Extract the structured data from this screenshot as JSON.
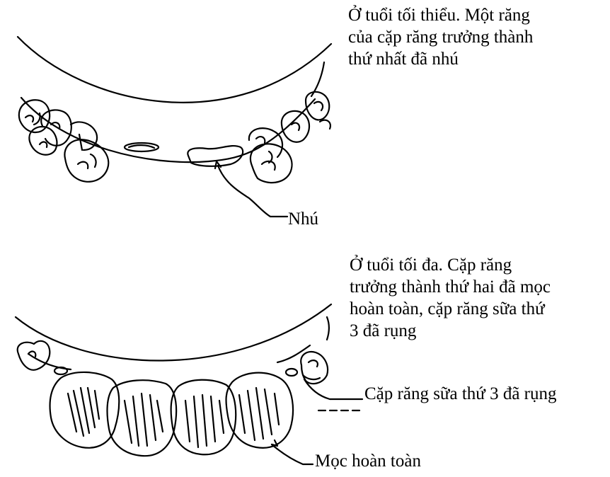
{
  "captions": {
    "minimum_age": "Ở tuổi tối thiểu. Một răng\ncủa cặp răng trưởng thành\nthứ nhất đã nhú",
    "maximum_age": "Ở tuổi tối đa. Cặp răng\ntrưởng thành thứ hai đã mọc\nhoàn toàn, cặp răng sữa thứ\n3 đã rụng"
  },
  "labels": {
    "erupting": "Nhú",
    "third_milk_pair_shed": "Cặp răng sữa thứ 3 đã rụng",
    "fully_erupted": "Mọc hoàn toàn"
  }
}
